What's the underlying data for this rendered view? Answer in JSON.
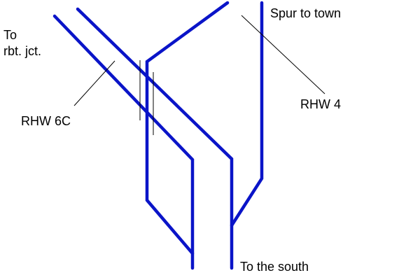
{
  "diagram": {
    "title": "Road junction sketch",
    "colors": {
      "road": "#0a14c8",
      "leader": "#000000",
      "background": "#ffffff"
    },
    "labels": {
      "to_rbt_line1": "To",
      "to_rbt_line2": "rbt. jct.",
      "rhw_6c": "RHW 6C",
      "spur_to_town": "Spur to town",
      "rhw_4": "RHW 4",
      "to_the_south": "To the south"
    },
    "roads": [
      {
        "name": "rhw-6c-west-carriageway",
        "label": "RHW 6C"
      },
      {
        "name": "rhw-6c-east-carriageway",
        "label": "RHW 6C"
      },
      {
        "name": "spur-to-town-ramp",
        "label": "Spur to town"
      },
      {
        "name": "rhw-4-northbound",
        "label": "RHW 4"
      }
    ]
  }
}
